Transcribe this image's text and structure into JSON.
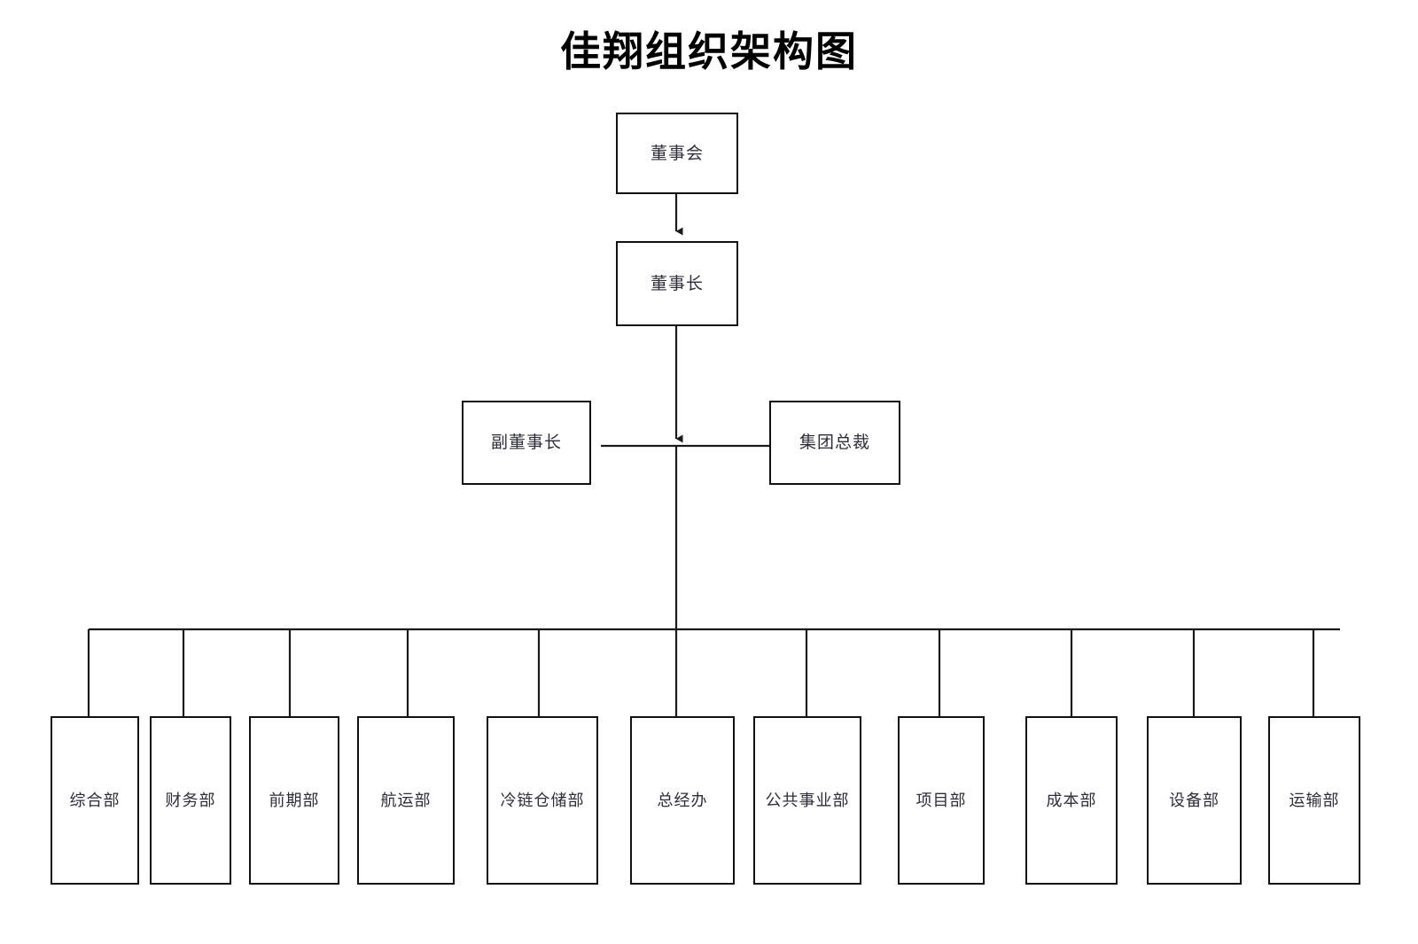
{
  "title": "佳翔组织架构图",
  "colors": {
    "background": "#ffffff",
    "box_border": "#111111",
    "line": "#1a1a1a",
    "text": "#2e2e3a",
    "title_text": "#000000"
  },
  "nodes": {
    "board": {
      "label": "董事会"
    },
    "chairman": {
      "label": "董事长"
    },
    "vice_chairman": {
      "label": "副董事长"
    },
    "group_president": {
      "label": "集团总裁"
    }
  },
  "departments": [
    {
      "label": "综合部"
    },
    {
      "label": "财务部"
    },
    {
      "label": "前期部"
    },
    {
      "label": "航运部"
    },
    {
      "label": "冷链仓储部"
    },
    {
      "label": "总经办"
    },
    {
      "label": "公共事业部"
    },
    {
      "label": "项目部"
    },
    {
      "label": "成本部"
    },
    {
      "label": "设备部"
    },
    {
      "label": "运输部"
    }
  ],
  "chart_data": {
    "type": "org-chart",
    "title": "佳翔组织架构图",
    "levels": [
      {
        "level": 1,
        "nodes": [
          "董事会"
        ]
      },
      {
        "level": 2,
        "nodes": [
          "董事长"
        ]
      },
      {
        "level": 3,
        "nodes": [
          "副董事长",
          "集团总裁"
        ]
      },
      {
        "level": 4,
        "nodes": [
          "综合部",
          "财务部",
          "前期部",
          "航运部",
          "冷链仓储部",
          "总经办",
          "公共事业部",
          "项目部",
          "成本部",
          "设备部",
          "运输部"
        ]
      }
    ],
    "edges": [
      {
        "from": "董事会",
        "to": "董事长",
        "style": "arrow"
      },
      {
        "from": "董事长",
        "to": "副董事长",
        "style": "line"
      },
      {
        "from": "董事长",
        "to": "集团总裁",
        "style": "line"
      },
      {
        "from": "董事长",
        "to": "综合部",
        "style": "arrow"
      },
      {
        "from": "董事长",
        "to": "财务部",
        "style": "arrow"
      },
      {
        "from": "董事长",
        "to": "前期部",
        "style": "arrow"
      },
      {
        "from": "董事长",
        "to": "航运部",
        "style": "arrow"
      },
      {
        "from": "董事长",
        "to": "冷链仓储部",
        "style": "arrow"
      },
      {
        "from": "董事长",
        "to": "总经办",
        "style": "arrow"
      },
      {
        "from": "董事长",
        "to": "公共事业部",
        "style": "arrow"
      },
      {
        "from": "董事长",
        "to": "项目部",
        "style": "arrow"
      },
      {
        "from": "董事长",
        "to": "成本部",
        "style": "arrow"
      },
      {
        "from": "董事长",
        "to": "设备部",
        "style": "arrow"
      },
      {
        "from": "董事长",
        "to": "运输部",
        "style": "arrow"
      }
    ]
  }
}
